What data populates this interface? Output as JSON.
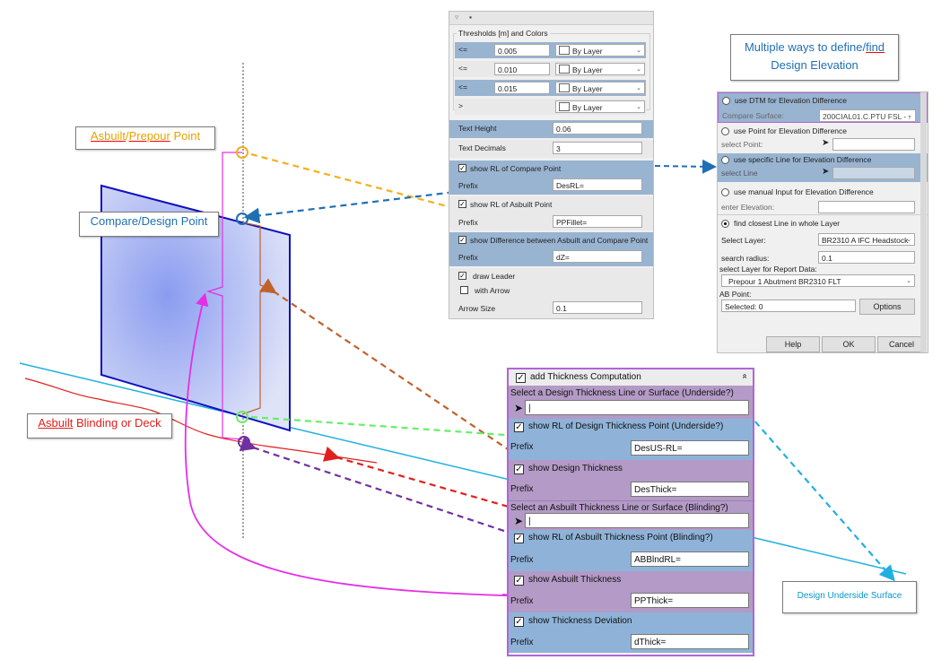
{
  "callouts": {
    "asbuilt_point": {
      "part1": "Asbuilt",
      "part2": "/",
      "part3": "Prepour",
      "part4": " Point"
    },
    "compare_point": "Compare/Design Point",
    "asbuilt_blinding": {
      "part1": "Asbuilt",
      "part2": " Blinding or Deck"
    },
    "multiple_ways": {
      "line1a": "Multiple ways to define/",
      "line1b": "find",
      "line2": "Design Elevation"
    },
    "design_underside": "Design Underside Surface"
  },
  "colors": {
    "asbuilt": "#f2b01e",
    "compare": "#1f6fb5",
    "magenta": "#e62ee6",
    "orange": "#c0612a",
    "green": "#66ee66",
    "red": "#e0201e",
    "purple": "#7030a0",
    "cyan": "#20b0e0",
    "plate_edge": "#1010c0"
  },
  "thresholds_panel": {
    "group_title": "Thresholds [m] and Colors",
    "rows": [
      {
        "op": "<=",
        "value": "0.005",
        "color": "By Layer"
      },
      {
        "op": "<=",
        "value": "0.010",
        "color": "By Layer"
      },
      {
        "op": "<=",
        "value": "0.015",
        "color": "By Layer"
      },
      {
        "op": ">",
        "value": "",
        "color": "By Layer"
      }
    ],
    "text_height_label": "Text Height",
    "text_height_value": "0.06",
    "text_decimals_label": "Text Decimals",
    "text_decimals_value": "3",
    "show_rl_compare": "show RL of Compare Point",
    "prefix_label": "Prefix",
    "prefix_compare": "DesRL=",
    "show_rl_asbuilt": "show RL of Asbuilt Point",
    "prefix_asbuilt": "PPFillet=",
    "show_difference": "show Difference between Asbuilt and Compare Point",
    "prefix_difference": "dZ=",
    "draw_leader": "draw Leader",
    "with_arrow": "with Arrow",
    "arrow_size_label": "Arrow Size",
    "arrow_size_value": "0.1"
  },
  "elevation_panel": {
    "use_dtm": "use DTM for Elevation Difference",
    "compare_surface_label": "Compare Surface:",
    "compare_surface_value": "200CIAL01.C.PTU FSL - :",
    "use_point": "use Point for Elevation Difference",
    "select_point": "select Point:",
    "use_line": "use specific Line for Elevation Difference",
    "select_line": "select Line",
    "use_manual": "use manual Input for Elevation Difference",
    "enter_elevation": "enter Elevation:",
    "find_closest": "find closest Line in whole Layer",
    "select_layer_label": "Select Layer:",
    "select_layer_value": "BR2310 A IFC Headstock",
    "search_radius_label": "search radius:",
    "search_radius_value": "0.1",
    "report_layer_label": "select Layer for Report Data:",
    "report_layer_value": "Prepour 1 Abutment BR2310 FLT",
    "ab_point_label": "AB Point:",
    "ab_point_value": "Selected: 0",
    "options_button": "Options",
    "help_button": "Help",
    "ok_button": "OK",
    "cancel_button": "Cancel"
  },
  "thickness_panel": {
    "add_thickness": "add Thickness Computation",
    "collapse_glyph": "»",
    "select_design_line": "Select a Design Thickness Line or Surface (Underside?)",
    "show_rl_design": "show RL of Design Thickness Point (Underside?)",
    "prefix_label": "Prefix",
    "prefix_design_rl": "DesUS-RL=",
    "show_design_thickness": "show Design Thickness",
    "prefix_design_thick": "DesThick=",
    "select_asbuilt_line": "Select an Asbuilt Thickness Line or Surface (Blinding?)",
    "show_rl_asbuilt": "show RL of Asbuilt Thickness Point (Blinding?)",
    "prefix_asbuilt_rl": "ABBlndRL=",
    "show_asbuilt_thickness": "show Asbuilt Thickness",
    "prefix_pp_thick": "PPThick=",
    "show_thickness_deviation": "show Thickness Deviation",
    "prefix_dthick": "dThick="
  }
}
